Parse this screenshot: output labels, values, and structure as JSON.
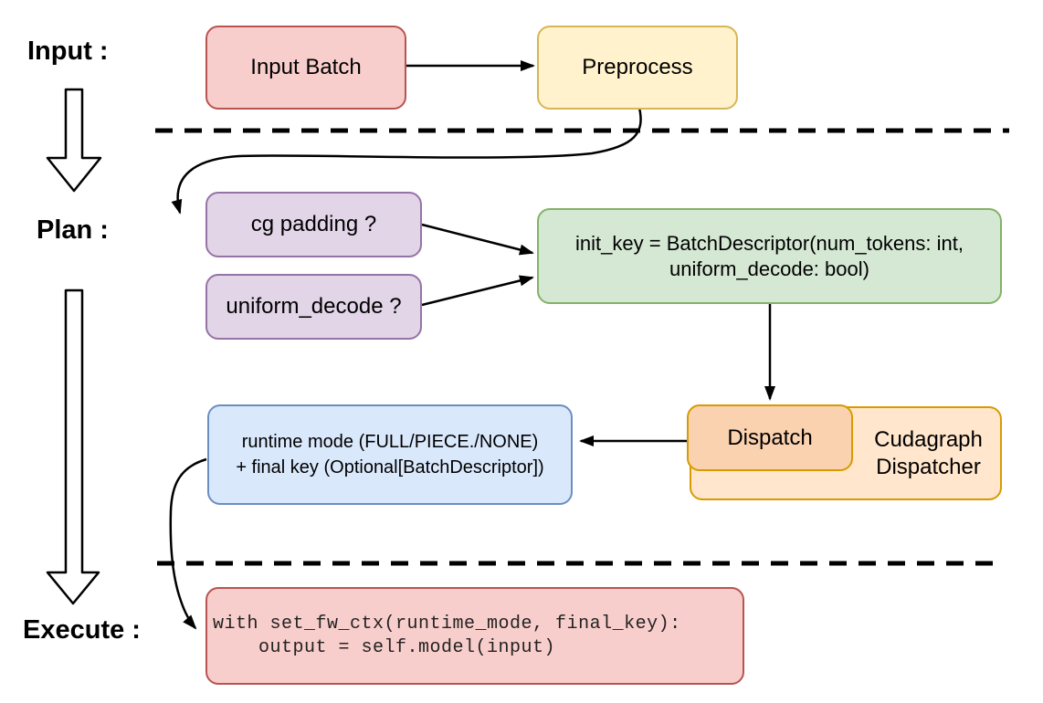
{
  "diagram": {
    "stages": [
      {
        "id": "input",
        "label": "Input :"
      },
      {
        "id": "plan",
        "label": "Plan :"
      },
      {
        "id": "execute",
        "label": "Execute :"
      }
    ],
    "nodes": {
      "input_batch": {
        "label": "Input Batch"
      },
      "preprocess": {
        "label": "Preprocess"
      },
      "cg_padding": {
        "label": "cg padding ?"
      },
      "uniform_decode": {
        "label": "uniform_decode ?"
      },
      "init_key": {
        "line1": "init_key = BatchDescriptor(num_tokens: int,",
        "line2": "uniform_decode: bool)"
      },
      "runtime_mode": {
        "line1": "runtime mode (FULL/PIECE./NONE)",
        "line2": "+ final key (Optional[BatchDescriptor])"
      },
      "dispatch": {
        "label": "Dispatch"
      },
      "cudagraph_dispatcher": {
        "line1": "Cudagraph",
        "line2": "Dispatcher"
      },
      "execute_code": {
        "line1": "with set_fw_ctx(runtime_mode, final_key):",
        "line2": "    output = self.model(input)"
      }
    },
    "colors": {
      "red_fill": "#f8cecc",
      "red_stroke": "#b85450",
      "yellow_fill": "#fff2cc",
      "yellow_stroke": "#d6b656",
      "purple_fill": "#e1d5e7",
      "purple_stroke": "#9673a6",
      "green_fill": "#d5e8d4",
      "green_stroke": "#82b366",
      "blue_fill": "#dae8fc",
      "blue_stroke": "#6c8ebf",
      "peach_outer_fill": "#ffe6cc",
      "peach_inner_fill": "#fbd2b0",
      "peach_stroke": "#d79b00",
      "connector": "#000000"
    }
  }
}
